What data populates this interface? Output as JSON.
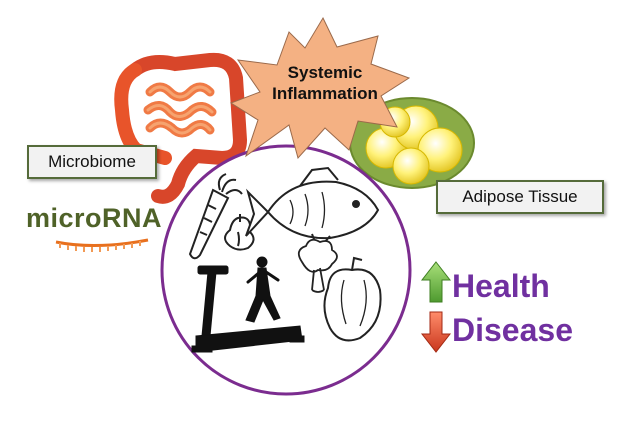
{
  "labels": {
    "burst_line1": "Systemic",
    "burst_line2": "Inflammation",
    "microbiome": "Microbiome",
    "adipose": "Adipose Tissue",
    "microrna": "microRNA",
    "health": "Health",
    "disease": "Disease"
  },
  "icons": {
    "gut": "intestine-icon",
    "fat": "adipocyte-cluster-icon",
    "carrot": "carrot-icon",
    "fish": "fish-icon",
    "garlic": "garlic-icon",
    "broccoli": "broccoli-icon",
    "pepper": "bell-pepper-icon",
    "treadmill": "treadmill-runner-icon",
    "up": "arrow-up-icon",
    "down": "arrow-down-icon",
    "rna": "rna-strand-icon"
  },
  "colors": {
    "circle": "#7b2c8f",
    "burst": "#f4b183",
    "arrow_up": "#70ad47",
    "arrow_down": "#e0523a",
    "outcome_text": "#7030a0",
    "mirna_text": "#4f6228",
    "gut": "#e8542a",
    "fat_plate": "#8aab46",
    "fat_cell": "#fff27a"
  }
}
